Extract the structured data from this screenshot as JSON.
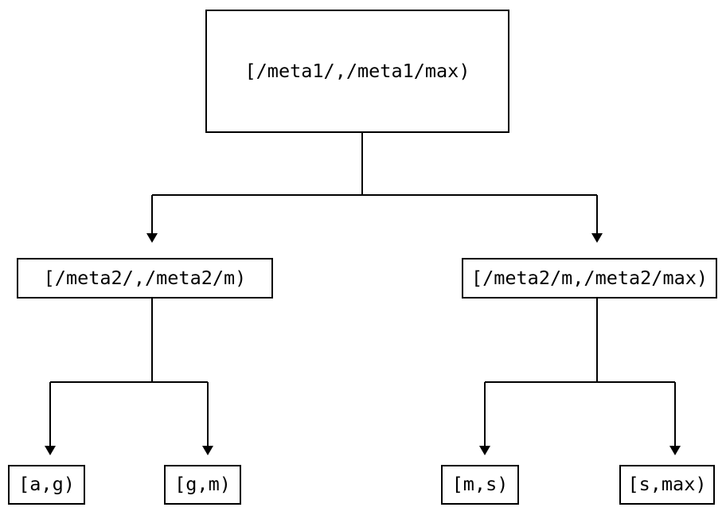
{
  "diagram": {
    "type": "interval-partition-tree",
    "background_color": "#ffffff",
    "stroke_color": "#000000",
    "nodes": {
      "root": {
        "label": "[/meta1/,/meta1/max)"
      },
      "level2": [
        {
          "label": "[/meta2/,/meta2/m)"
        },
        {
          "label": "[/meta2/m,/meta2/max)"
        }
      ],
      "leaves": [
        {
          "label": "[a,g)"
        },
        {
          "label": "[g,m)"
        },
        {
          "label": "[m,s)"
        },
        {
          "label": "[s,max)"
        }
      ]
    }
  }
}
